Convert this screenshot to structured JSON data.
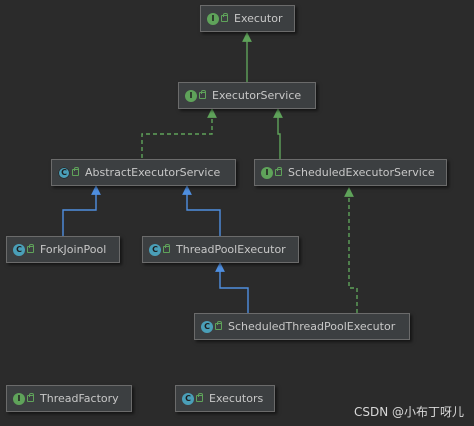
{
  "nodes": {
    "executor": {
      "label": "Executor",
      "kind": "interface"
    },
    "executor_service": {
      "label": "ExecutorService",
      "kind": "interface"
    },
    "abstract_executor_service": {
      "label": "AbstractExecutorService",
      "kind": "abstract-class"
    },
    "scheduled_executor_service": {
      "label": "ScheduledExecutorService",
      "kind": "interface"
    },
    "fork_join_pool": {
      "label": "ForkJoinPool",
      "kind": "class"
    },
    "thread_pool_executor": {
      "label": "ThreadPoolExecutor",
      "kind": "class"
    },
    "scheduled_thread_pool_executor": {
      "label": "ScheduledThreadPoolExecutor",
      "kind": "class"
    },
    "thread_factory": {
      "label": "ThreadFactory",
      "kind": "interface"
    },
    "executors": {
      "label": "Executors",
      "kind": "class"
    }
  },
  "badges": {
    "interface": "I",
    "class": "C",
    "abstract-class": "C"
  },
  "edges": [
    {
      "from": "executor_service",
      "to": "executor",
      "type": "extends-interface"
    },
    {
      "from": "abstract_executor_service",
      "to": "executor_service",
      "type": "implements"
    },
    {
      "from": "scheduled_executor_service",
      "to": "executor_service",
      "type": "extends-interface"
    },
    {
      "from": "fork_join_pool",
      "to": "abstract_executor_service",
      "type": "extends-class"
    },
    {
      "from": "thread_pool_executor",
      "to": "abstract_executor_service",
      "type": "extends-class"
    },
    {
      "from": "scheduled_thread_pool_executor",
      "to": "thread_pool_executor",
      "type": "extends-class"
    },
    {
      "from": "scheduled_thread_pool_executor",
      "to": "scheduled_executor_service",
      "type": "implements"
    }
  ],
  "colors": {
    "interface_edge": "#5fa35a",
    "class_edge": "#4f8fe0",
    "background": "#2b2b2b"
  },
  "watermark": "CSDN @小布丁呀儿"
}
